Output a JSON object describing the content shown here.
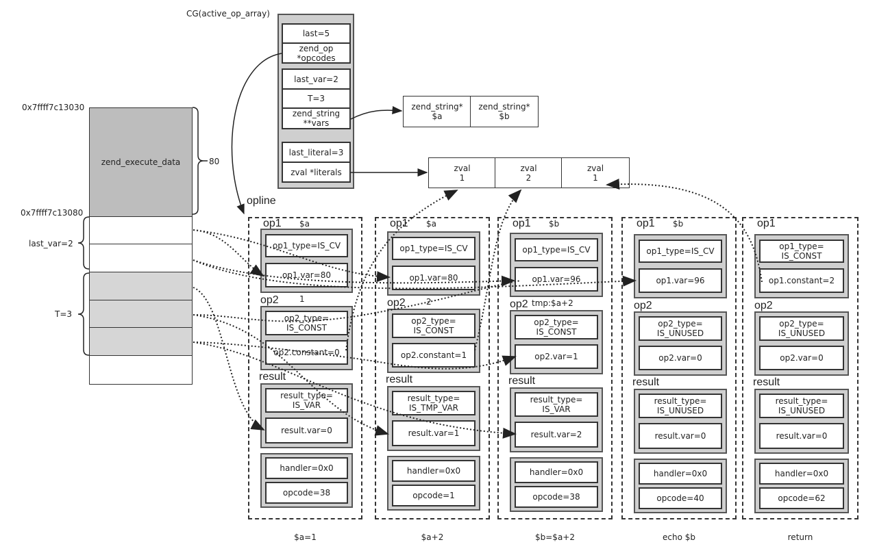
{
  "op_array": {
    "title": "CG(active_op_array)",
    "cells": [
      "last=5",
      "zend_op\n*opcodes",
      "last_var=2",
      "T=3",
      "zend_string\n**vars",
      "last_literal=3",
      "zval *literals"
    ]
  },
  "vars": [
    "zend_string*\n$a",
    "zend_string*\n$b"
  ],
  "literals": [
    "zval\n1",
    "zval\n2",
    "zval\n1"
  ],
  "stack": {
    "addr_top": "0x7ffff7c13030",
    "addr_cv": "0x7ffff7c13080",
    "execute_data": "zend_execute_data",
    "size": "80",
    "last_var_label": "last_var=2",
    "t_label": "T=3"
  },
  "opline_label": "opline",
  "oplines": [
    {
      "op1_label": "op1",
      "op1_note": "$a",
      "op1_type": "op1_type=IS_CV",
      "op1_val": "op1.var=80",
      "op2_label": "op2",
      "op2_note": "1",
      "op2_type": "op2_type=\nIS_CONST",
      "op2_val": "op2.constant=0",
      "result_label": "result",
      "result_type": "result_type=\nIS_VAR",
      "result_val": "result.var=0",
      "handler": "handler=0x0",
      "opcode": "opcode=38",
      "caption": "$a=1"
    },
    {
      "op1_label": "op1",
      "op1_note": "$a",
      "op1_type": "op1_type=IS_CV",
      "op1_val": "op1.var=80",
      "op2_label": "op2",
      "op2_note": "2",
      "op2_type": "op2_type=\nIS_CONST",
      "op2_val": "op2.constant=1",
      "result_label": "result",
      "result_type": "result_type=\nIS_TMP_VAR",
      "result_val": "result.var=1",
      "handler": "handler=0x0",
      "opcode": "opcode=1",
      "caption": "$a+2"
    },
    {
      "op1_label": "op1",
      "op1_note": "$b",
      "op1_type": "op1_type=IS_CV",
      "op1_val": "op1.var=96",
      "op2_label": "op2",
      "op2_note": "tmp:$a+2",
      "op2_type": "op2_type=\nIS_CONST",
      "op2_val": "op2.var=1",
      "result_label": "result",
      "result_type": "result_type=\nIS_VAR",
      "result_val": "result.var=2",
      "handler": "handler=0x0",
      "opcode": "opcode=38",
      "caption": "$b=$a+2"
    },
    {
      "op1_label": "op1",
      "op1_note": "$b",
      "op1_type": "op1_type=IS_CV",
      "op1_val": "op1.var=96",
      "op2_label": "op2",
      "op2_note": "",
      "op2_type": "op2_type=\nIS_UNUSED",
      "op2_val": "op2.var=0",
      "result_label": "result",
      "result_type": "result_type=\nIS_UNUSED",
      "result_val": "result.var=0",
      "handler": "handler=0x0",
      "opcode": "opcode=40",
      "caption": "echo $b"
    },
    {
      "op1_label": "op1",
      "op1_note": "",
      "op1_type": "op1_type=\nIS_CONST",
      "op1_val": "op1.constant=2",
      "op2_label": "op2",
      "op2_note": "",
      "op2_type": "op2_type=\nIS_UNUSED",
      "op2_val": "op2.var=0",
      "result_label": "result",
      "result_type": "result_type=\nIS_UNUSED",
      "result_val": "result.var=0",
      "handler": "handler=0x0",
      "opcode": "opcode=62",
      "caption": "return"
    }
  ]
}
